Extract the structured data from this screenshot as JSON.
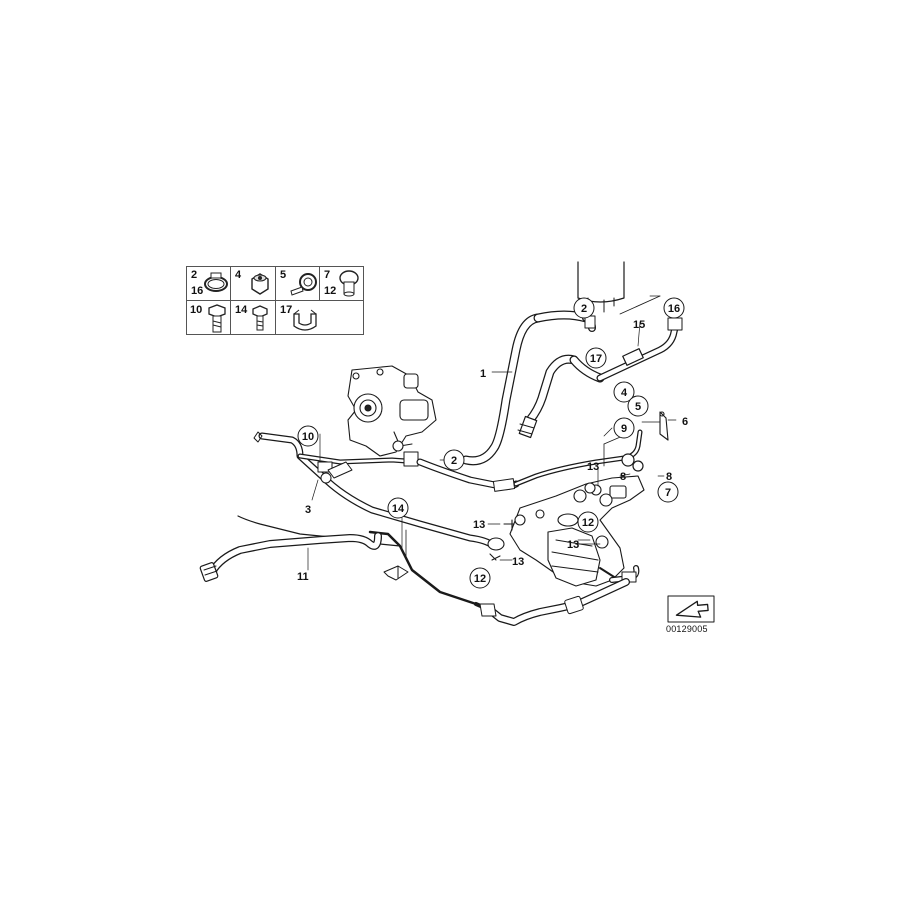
{
  "parts_table": {
    "cells": [
      {
        "id": "c1",
        "labels": [
          "2",
          "16"
        ],
        "icon": "hose-clamp-icon"
      },
      {
        "id": "c2",
        "labels": [
          "4"
        ],
        "icon": "hex-nut-icon"
      },
      {
        "id": "c3",
        "labels": [
          "5"
        ],
        "icon": "pipe-clip-icon"
      },
      {
        "id": "c4",
        "labels": [
          "7",
          "12"
        ],
        "icon": "seal-ring-icon"
      },
      {
        "id": "c5",
        "labels": [
          "10"
        ],
        "icon": "hex-bolt-icon"
      },
      {
        "id": "c6",
        "labels": [
          "14"
        ],
        "icon": "short-bolt-icon"
      },
      {
        "id": "c7",
        "labels": [
          "17"
        ],
        "icon": "spring-clip-icon"
      }
    ]
  },
  "callouts": {
    "c_1": "1",
    "c_2a": "2",
    "c_2b": "2",
    "c_3": "3",
    "c_4": "4",
    "c_5": "5",
    "c_6": "6",
    "c_7": "7",
    "c_8a": "8",
    "c_8b": "8",
    "c_9": "9",
    "c_10": "10",
    "c_11": "11",
    "c_12a": "12",
    "c_12b": "12",
    "c_13a": "13",
    "c_13b": "13",
    "c_13c": "13",
    "c_13d": "13",
    "c_14": "14",
    "c_15": "15",
    "c_16": "16",
    "c_17": "17"
  },
  "reference_code": "00129005",
  "colors": {
    "line": "#1a1a1a",
    "background": "#ffffff",
    "table_border": "#555555"
  }
}
